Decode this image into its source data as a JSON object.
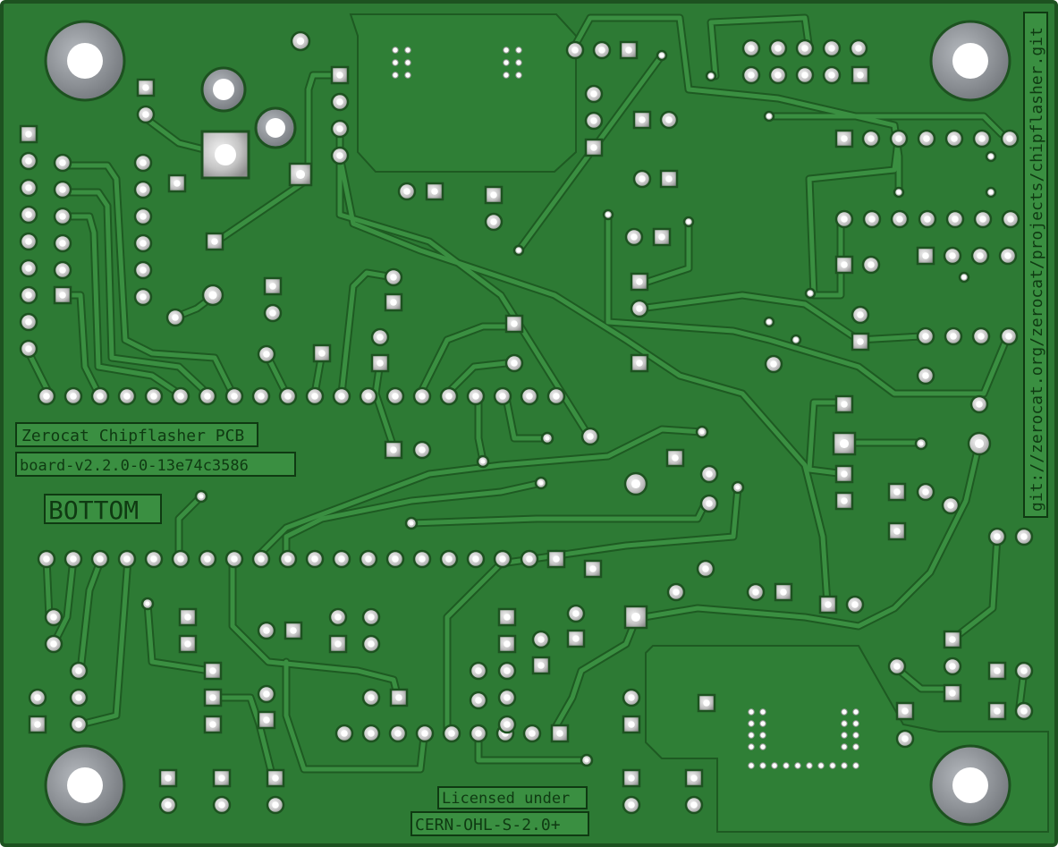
{
  "board": {
    "title": "Zerocat Chipflasher PCB",
    "version": "board-v2.2.0-0-13e74c3586",
    "side_label": "BOTTOM",
    "license_line1": "Licensed under",
    "license_line2": "CERN-OHL-S-2.0+",
    "repo_url": "git://zerocat.org/zerocat/projects/chipflasher.git"
  },
  "colors": {
    "board": "#2d7a34",
    "board_edge": "#1d5220",
    "trace": "#3a8f41",
    "trace_outline": "#1e5a22",
    "copper_pad": "#c8c8c8",
    "mount_hole": "#8b8f94",
    "silkscreen_fill": "#0f3a12"
  }
}
